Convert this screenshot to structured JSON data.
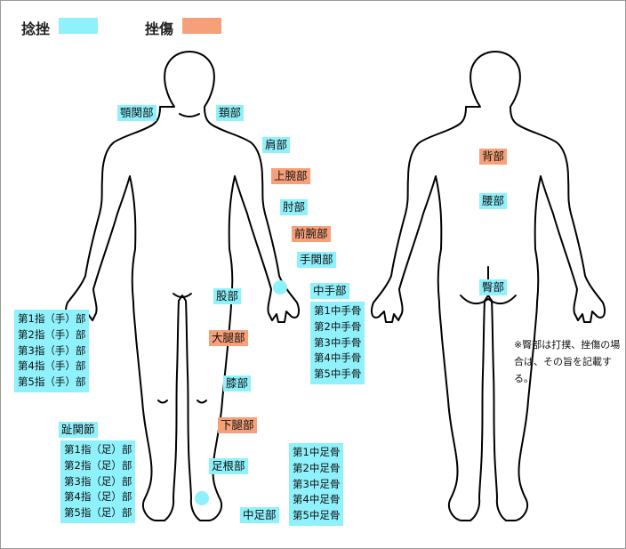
{
  "legend": {
    "sprain": {
      "label": "捻挫",
      "color": "#8ff1fb"
    },
    "contusion": {
      "label": "挫傷",
      "color": "#f6a07a"
    }
  },
  "front_labels": {
    "jaw_joint": "顎関部",
    "neck": "頚部",
    "shoulder": "肩部",
    "upper_arm": "上腕部",
    "elbow": "肘部",
    "forearm": "前腕部",
    "wrist": "手関部",
    "hip_joint": "股部",
    "metacarpal": "中手部",
    "thigh": "大腿部",
    "knee": "膝部",
    "lower_leg": "下腿部",
    "ankle": "足根部",
    "metatarsal": "中足部",
    "toe_joint": "趾関節"
  },
  "fingers": [
    "第1指（手）部",
    "第2指（手）部",
    "第3指（手）部",
    "第4指（手）部",
    "第5指（手）部"
  ],
  "metacarpals": [
    "第1中手骨",
    "第2中手骨",
    "第3中手骨",
    "第4中手骨",
    "第5中手骨"
  ],
  "toes": [
    "第1指（足）部",
    "第2指（足）部",
    "第3指（足）部",
    "第4指（足）部",
    "第5指（足）部"
  ],
  "metatarsals": [
    "第1中足骨",
    "第2中足骨",
    "第3中足骨",
    "第4中足骨",
    "第5中足骨"
  ],
  "back_labels": {
    "back": "背部",
    "lower_back": "腰部",
    "buttock": "臀部"
  },
  "note": "※臀部は打撲、挫傷の場合は、その旨を記載する。"
}
